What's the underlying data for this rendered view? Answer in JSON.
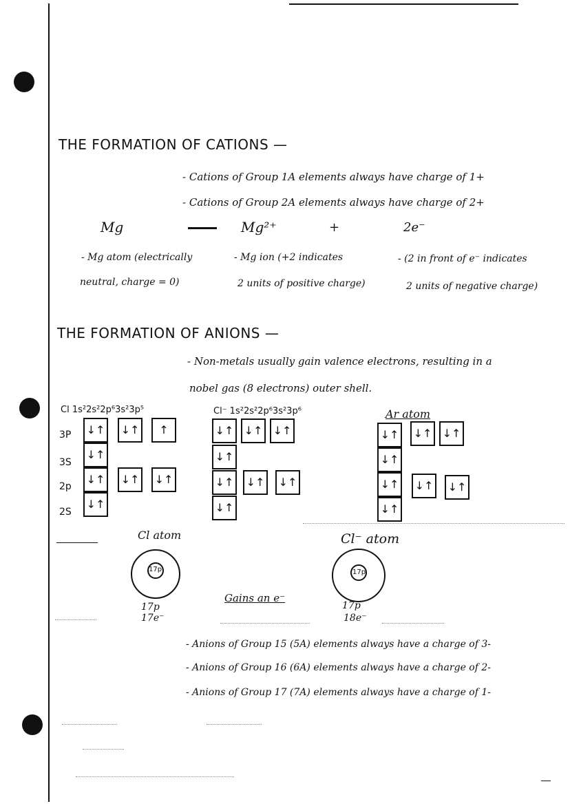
{
  "cations": {
    "heading": "THE FORMATION OF CATIONS —",
    "note1": "- Cations of Group 1A elements always have charge of 1+",
    "note2": "- Cations of Group 2A elements always have charge of 2+",
    "eq_mg": "Mg",
    "eq_ion": "Mg²⁺",
    "eq_plus": "+",
    "eq_e": "2e⁻",
    "atom_a": "- Mg atom (electrically",
    "atom_b": "neutral, charge = 0)",
    "ion_a": "- Mg ion (+2 indicates",
    "ion_b": "2 units of positive charge)",
    "e_a": "- (2 in front of e⁻ indicates",
    "e_b": "2 units of negative charge)"
  },
  "anions": {
    "heading": "THE FORMATION OF ANIONS —",
    "note_a": "- Non-metals usually gain valence electrons, resulting in a",
    "note_b": "nobel gas (8 electrons) outer shell."
  },
  "orbitals": {
    "cl_config": "Cl 1s²2s²2p⁶3s²3p⁵",
    "cl_ion_config": "Cl⁻ 1s²2s²2p⁶3s²3p⁶",
    "ar_label": "Ar atom",
    "rows": [
      "3P",
      "3S",
      "2p",
      "2S"
    ],
    "cl_boxes": {
      "3p": [
        "↓↑",
        "↓↑",
        "↑"
      ],
      "3s": [
        "↓↑"
      ],
      "2p": [
        "↓↑",
        "↓↑",
        "↓↑"
      ],
      "2s": [
        "↓↑"
      ]
    },
    "cl_ion_boxes": {
      "3p": [
        "↓↑",
        "↓↑",
        "↓↑"
      ],
      "3s": [
        "↓↑"
      ],
      "2p": [
        "↓↑",
        "↓↑",
        "↓↑"
      ],
      "2s": [
        "↓↑"
      ]
    },
    "ar_boxes": {
      "3p": [
        "↓↑",
        "↓↑",
        "↓↑"
      ],
      "3s": [
        "↓↑"
      ],
      "2p": [
        "↓↑",
        "↓↑",
        "↓↑"
      ],
      "2s": [
        "↓↑"
      ]
    }
  },
  "atoms": {
    "cl_title": "Cl atom",
    "cl_nucleus": "17p",
    "cl_p": "17p",
    "cl_e": "17e⁻",
    "gain": "Gains an e⁻",
    "ion_title": "Cl⁻ atom",
    "ion_nucleus": "17p",
    "ion_p": "17p",
    "ion_e": "18e⁻"
  },
  "groups": {
    "g15": "- Anions of Group 15 (5A) elements always have a charge of 3-",
    "g16": "- Anions of Group 16 (6A) elements always have a charge of 2-",
    "g17": "- Anions of Group 17 (7A) elements always have a charge of 1-"
  }
}
